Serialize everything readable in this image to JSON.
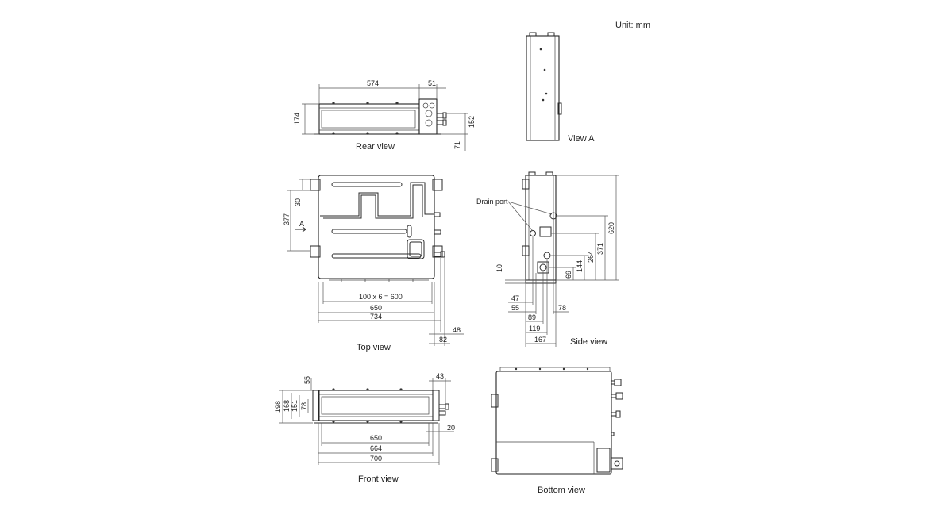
{
  "unit_label": "Unit: mm",
  "captions": {
    "rear": "Rear view",
    "view_a": "View A",
    "top": "Top view",
    "side": "Side view",
    "front": "Front view",
    "bottom": "Bottom view"
  },
  "callouts": {
    "drain_port": "Drain port",
    "arrow_a": "A"
  },
  "rear_dims": {
    "width": "574",
    "right": "51",
    "height": "174",
    "pipe_h": "152",
    "base": "71"
  },
  "top_dims": {
    "d30": "30",
    "d377": "377",
    "hangers": "100 x 6 = 600",
    "w650": "650",
    "w734": "734",
    "d48": "48",
    "d82": "82"
  },
  "side_dims": {
    "d10": "10",
    "d47": "47",
    "d55": "55",
    "d89": "89",
    "d119": "119",
    "d167": "167",
    "d78": "78",
    "d69": "69",
    "d144": "144",
    "d264": "264",
    "d371": "371",
    "d620": "620"
  },
  "front_dims": {
    "d55": "55",
    "d43": "43",
    "d198": "198",
    "d168": "168",
    "d151": "151",
    "d78": "78",
    "w650": "650",
    "w664": "664",
    "w700": "700",
    "d20": "20"
  }
}
